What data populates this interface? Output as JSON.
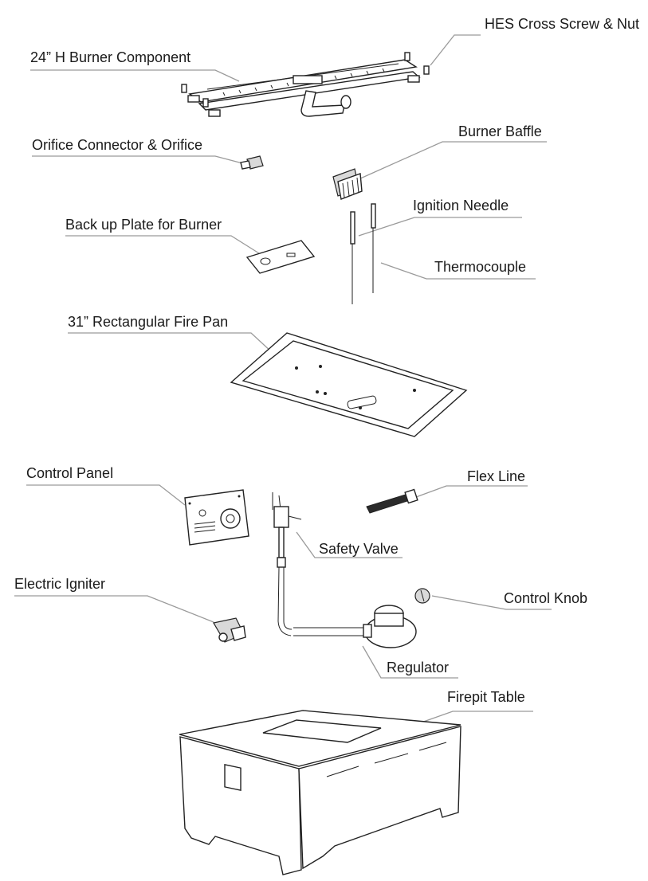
{
  "labels": {
    "hes_screw": "HES Cross Screw & Nut",
    "burner_component": "24” H Burner Component",
    "orifice": "Orifice Connector & Orifice",
    "burner_baffle": "Burner Baffle",
    "ignition_needle": "Ignition Needle",
    "backup_plate": "Back up Plate for Burner",
    "thermocouple": "Thermocouple",
    "fire_pan": "31” Rectangular Fire Pan",
    "control_panel": "Control Panel",
    "flex_line": "Flex Line",
    "safety_valve": "Safety Valve",
    "electric_igniter": "Electric Igniter",
    "control_knob": "Control Knob",
    "regulator": "Regulator",
    "firepit_table": "Firepit Table"
  }
}
